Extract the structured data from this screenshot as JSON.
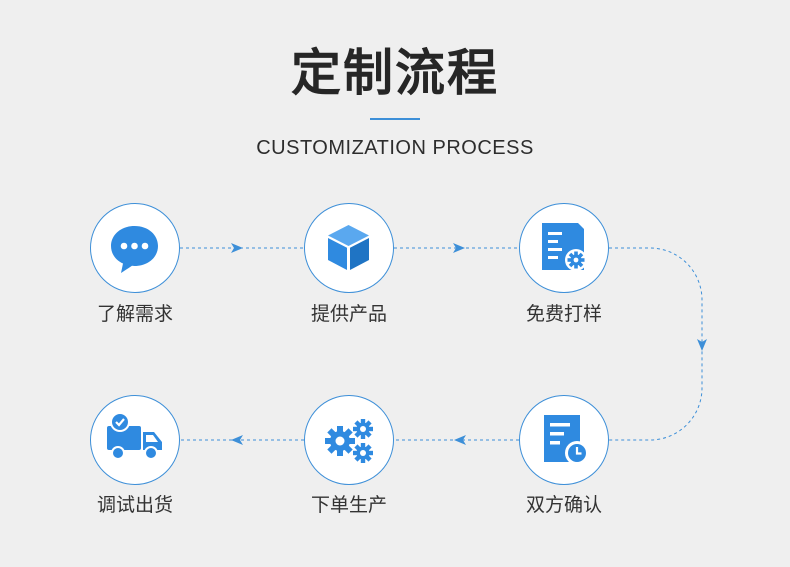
{
  "header": {
    "title": "定制流程",
    "subtitle": "CUSTOMIZATION PROCESS"
  },
  "steps": [
    {
      "label": "了解需求",
      "icon": "chat-bubble-icon"
    },
    {
      "label": "提供产品",
      "icon": "box-icon"
    },
    {
      "label": "免费打样",
      "icon": "document-gear-icon"
    },
    {
      "label": "双方确认",
      "icon": "document-clock-icon"
    },
    {
      "label": "下单生产",
      "icon": "gears-icon"
    },
    {
      "label": "调试出货",
      "icon": "delivery-truck-icon"
    }
  ],
  "colors": {
    "accent": "#3d8fd8",
    "icon_fill": "#2f8ae0",
    "background": "#efefef"
  }
}
